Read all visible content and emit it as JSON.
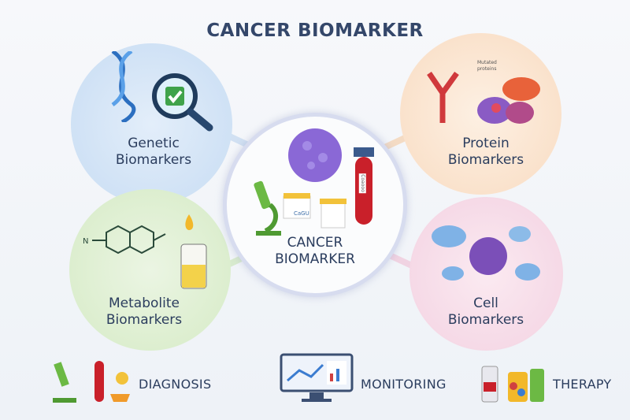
{
  "title": "CANCER BIOMARKER",
  "center": {
    "line1": "CANCER",
    "line2": "BIOMARKER",
    "cup_label": "CaGU",
    "tube_label": "Coaooo"
  },
  "nodes": [
    {
      "line1": "Genetic",
      "line2": "Biomarkers",
      "color": "#cfe1f5"
    },
    {
      "line1": "Protein",
      "line2": "Biomarkers",
      "color": "#fbe3cc",
      "note_line1": "Mutated",
      "note_line2": "proteins"
    },
    {
      "line1": "Metabolite",
      "line2": "Biomarkers",
      "color": "#dcedd0"
    },
    {
      "line1": "Cell",
      "line2": "Biomarkers",
      "color": "#f6d9e6"
    }
  ],
  "applications": [
    {
      "label": "DIAGNOSIS"
    },
    {
      "label": "MONITORING"
    },
    {
      "label": "THERAPY"
    }
  ]
}
